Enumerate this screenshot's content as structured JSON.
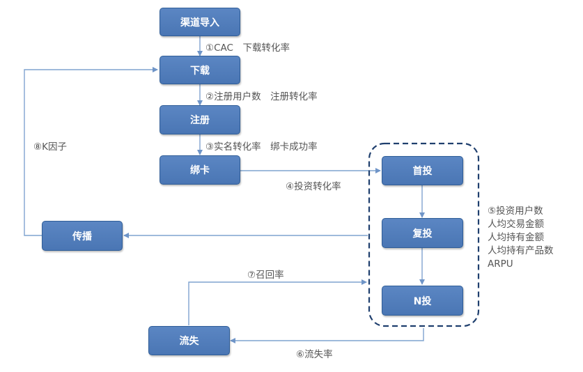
{
  "nodes": {
    "channel_import": "渠道导入",
    "download": "下载",
    "register": "注册",
    "bind_card": "绑卡",
    "first_invest": "首投",
    "repeat_invest": "复投",
    "n_invest": "N投",
    "spread": "传播",
    "churn": "流失"
  },
  "edge_labels": {
    "cac": "①CAC　下载转化率",
    "register_users": "②注册用户数　注册转化率",
    "realname": "③实名转化率　绑卡成功率",
    "invest_conversion": "④投资转化率",
    "churn_rate": "⑥流失率",
    "recall_rate": "⑦召回率",
    "k_factor": "⑧K因子"
  },
  "metrics": [
    "⑤投资用户数",
    "人均交易金额",
    "人均持有金额",
    "人均持有产品数",
    "ARPU"
  ],
  "colors": {
    "node_fill": "#4f7dbb",
    "node_border": "#2f5d97",
    "line": "#7fa3cf",
    "group_border": "#1f3f6e",
    "label_text": "#555555"
  }
}
